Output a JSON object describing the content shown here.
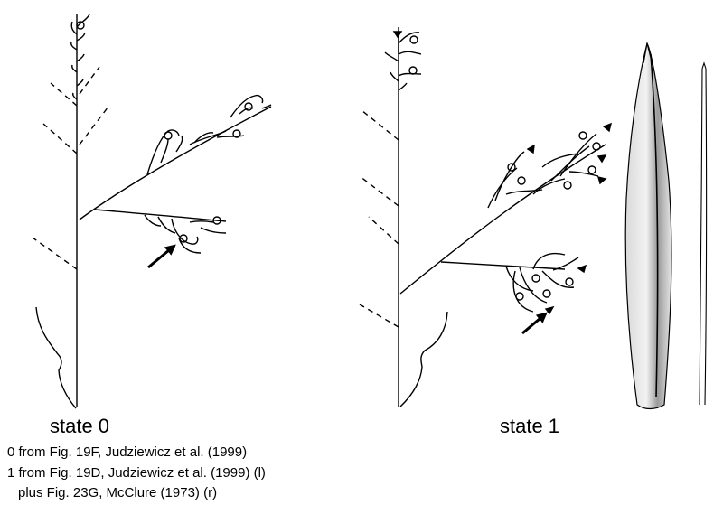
{
  "captions": {
    "state0": "state 0",
    "state1": "state 1"
  },
  "credits": [
    "0 from Fig. 19F, Judziewicz et al. (1999)",
    "1 from Fig. 19D, Judziewicz et al. (1999) (l)",
    "plus Fig. 23G, McClure (1973) (r)"
  ],
  "colors": {
    "ink": "#000000",
    "background": "#ffffff",
    "shading": "#bdbdbd"
  }
}
